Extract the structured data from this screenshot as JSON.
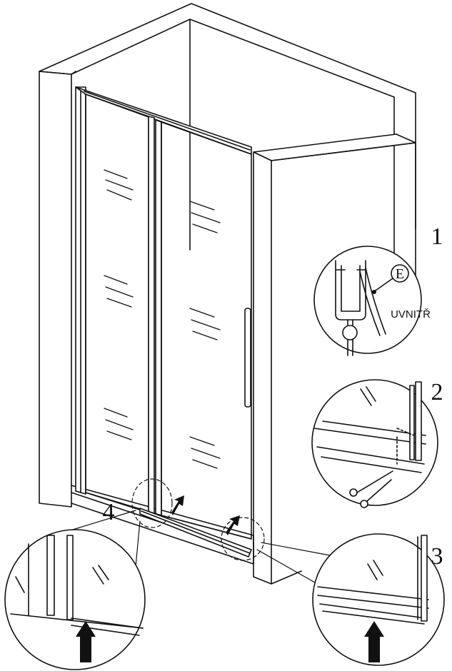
{
  "figure": {
    "steps": [
      {
        "number": "1"
      },
      {
        "number": "2"
      },
      {
        "number": "3"
      },
      {
        "number": "4"
      }
    ],
    "detail1": {
      "marker": "E",
      "label": "UVNITŘ"
    }
  }
}
